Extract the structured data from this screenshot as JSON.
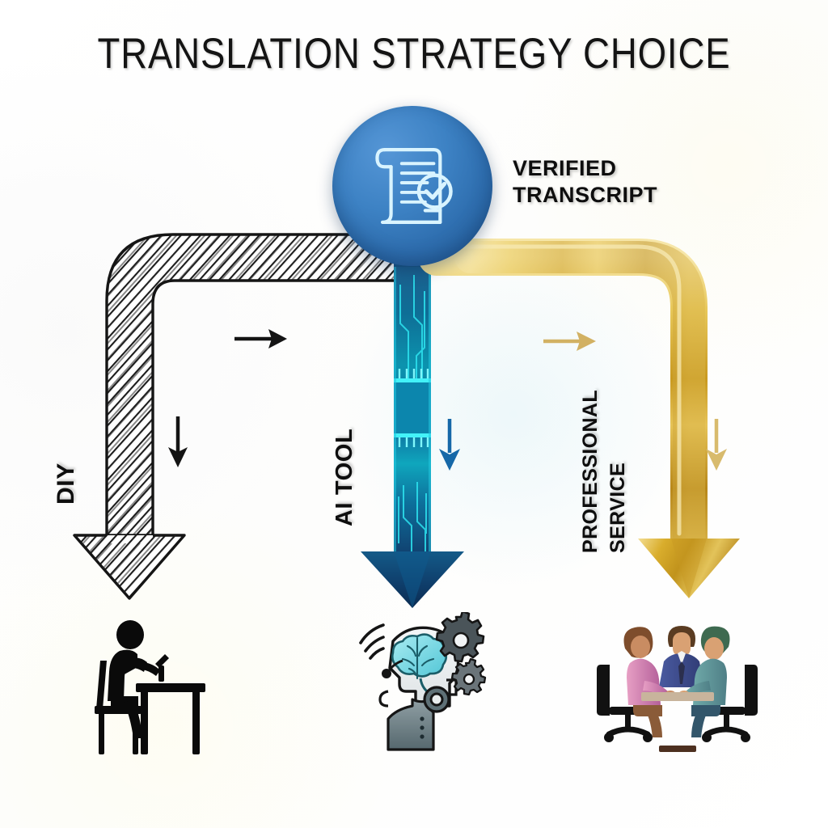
{
  "page": {
    "title": "TRANSLATION STRATEGY CHOICE",
    "background_color": "#fefefe"
  },
  "hub": {
    "label_line1": "VERIFIED",
    "label_line2": "TRANSCRIPT",
    "icon_name": "verified-transcript-scroll-icon",
    "circle_color": "#3d82c4",
    "icon_color": "#d7f3ff"
  },
  "branches": [
    {
      "id": "diy",
      "label": "DIY",
      "style": "hand-drawn-hatched",
      "color": "#1a1a1a",
      "direction_arrow_horizontal": "right",
      "direction_arrow_vertical": "down",
      "outcome_icon": "person-writing-at-desk-icon"
    },
    {
      "id": "ai-tool",
      "label": "AI TOOL",
      "style": "circuit-board-tech",
      "color": "#0d7fa8",
      "accent_color": "#24e8f0",
      "direction_arrow_vertical": "down",
      "outcome_icon": "ai-robot-head-brain-icon"
    },
    {
      "id": "professional-service",
      "label_line1": "PROFESSIONAL",
      "label_line2": "SERVICE",
      "style": "metallic-gold",
      "color": "#d4a72c",
      "direction_arrow_horizontal": "right",
      "direction_arrow_vertical": "down",
      "outcome_icon": "three-people-meeting-table-icon"
    }
  ]
}
